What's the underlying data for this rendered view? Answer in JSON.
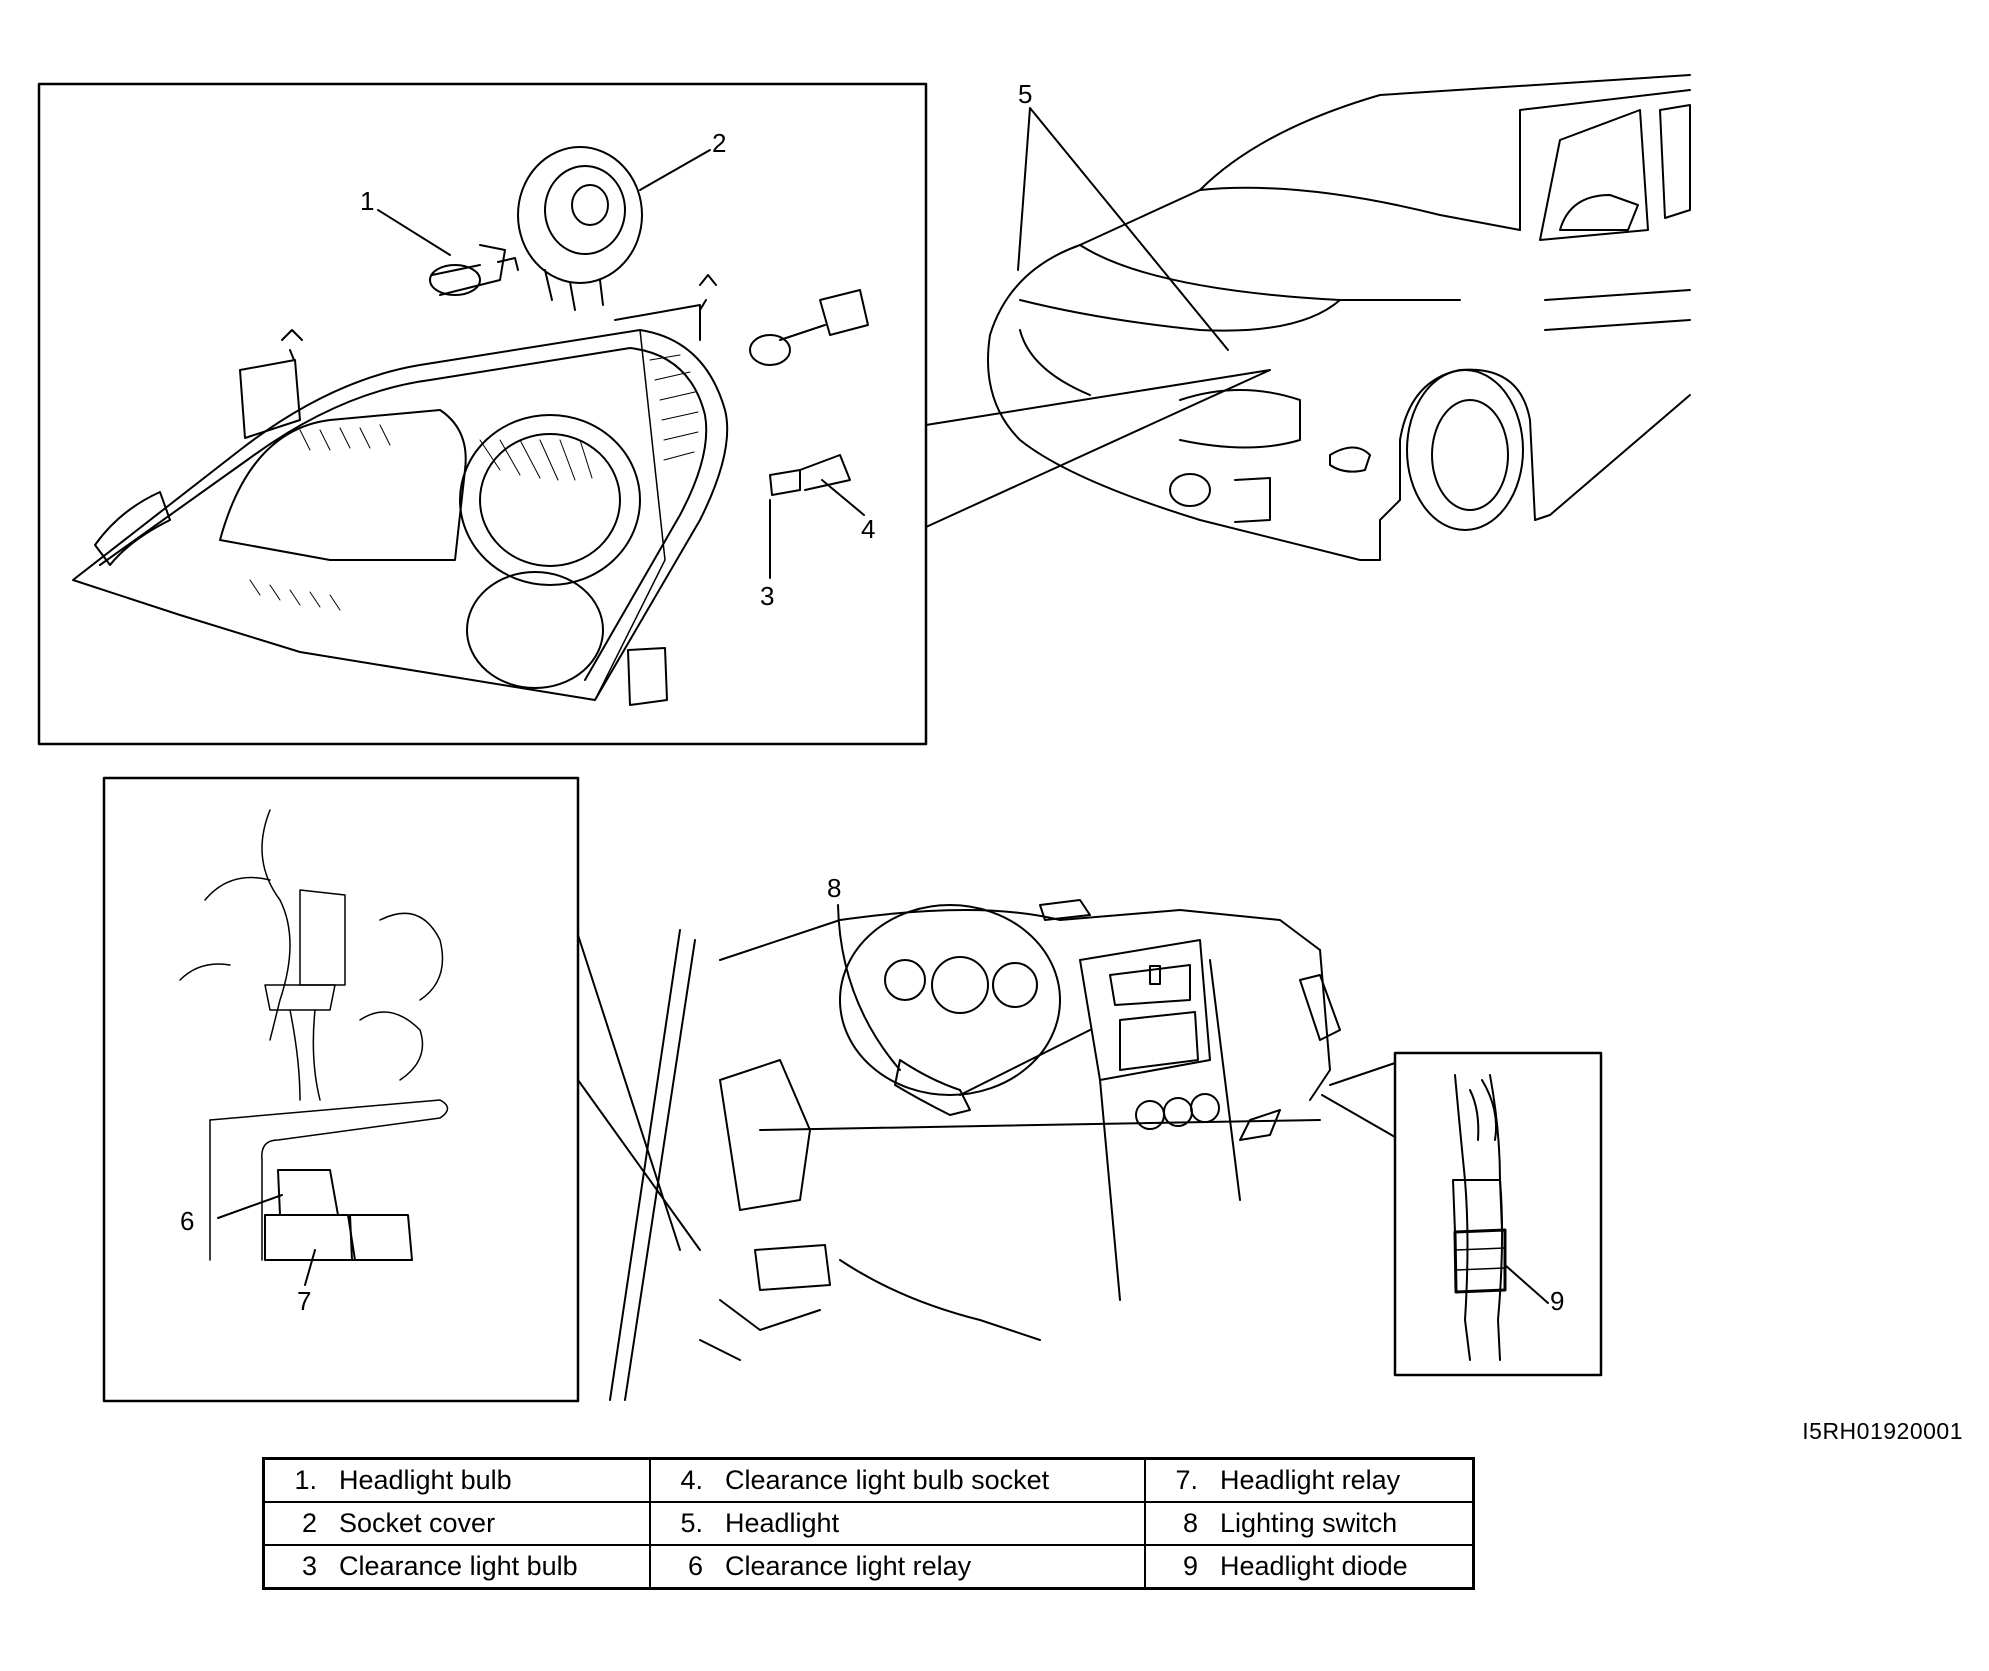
{
  "callouts": [
    "1",
    "2",
    "3",
    "4",
    "5",
    "6",
    "7",
    "8",
    "9"
  ],
  "figure_code": "I5RH01920001",
  "legend": {
    "rows": [
      [
        {
          "num": "1.",
          "label": "Headlight bulb"
        },
        {
          "num": "4.",
          "label": "Clearance light bulb socket"
        },
        {
          "num": "7.",
          "label": "Headlight relay"
        }
      ],
      [
        {
          "num": "2",
          "label": "Socket cover"
        },
        {
          "num": "5.",
          "label": "Headlight"
        },
        {
          "num": "8",
          "label": "Lighting switch"
        }
      ],
      [
        {
          "num": "3",
          "label": "Clearance light bulb"
        },
        {
          "num": "6",
          "label": "Clearance light relay"
        },
        {
          "num": "9",
          "label": "Headlight diode"
        }
      ]
    ]
  }
}
